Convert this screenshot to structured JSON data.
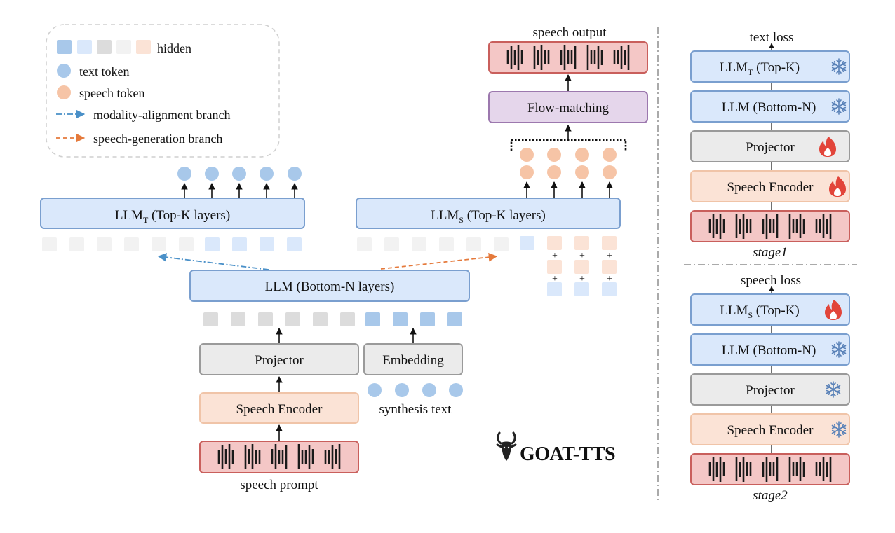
{
  "legend": {
    "hidden": "hidden",
    "text_token": "text token",
    "speech_token": "speech token",
    "modality_branch": "modality-alignment branch",
    "speech_branch": "speech-generation branch"
  },
  "main": {
    "llm_t": {
      "main": "LLM",
      "sub": "T",
      "rest": " (Top-K layers)"
    },
    "llm_s": {
      "main": "LLM",
      "sub": "S",
      "rest": " (Top-K layers)"
    },
    "llm_bottom": "LLM (Bottom-N layers)",
    "projector": "Projector",
    "embedding": "Embedding",
    "speech_encoder": "Speech Encoder",
    "synthesis_text": "synthesis text",
    "speech_prompt": "speech prompt",
    "flow_matching": "Flow-matching",
    "speech_output": "speech output",
    "plus": "+",
    "logo": "GOAT-TTS"
  },
  "stage1": {
    "top_label": "text loss",
    "caption": "stage1",
    "llm_top": {
      "main": "LLM",
      "sub": "T",
      "rest": " (Top-K)"
    },
    "llm_bottom": "LLM (Bottom-N)",
    "projector": "Projector",
    "speech_encoder": "Speech Encoder"
  },
  "stage2": {
    "top_label": "speech loss",
    "caption": "stage2",
    "llm_top": {
      "main": "LLM",
      "sub": "S",
      "rest": " (Top-K)"
    },
    "llm_bottom": "LLM (Bottom-N)",
    "projector": "Projector",
    "speech_encoder": "Speech Encoder"
  },
  "icons": {
    "frozen": "snowflake-icon",
    "trainable": "flame-icon",
    "waveform": "waveform-icon",
    "goat": "goat-logo-icon"
  },
  "colors": {
    "llm_fill": "#dae8fb",
    "llm_stroke": "#7a9fcf",
    "gray_fill": "#ebebeb",
    "gray_stroke": "#9a9a9a",
    "encoder_fill": "#fbe3d6",
    "encoder_stroke": "#f0c4a8",
    "wave_fill": "#f4c7c6",
    "wave_stroke": "#c95f5c",
    "flow_fill": "#e5d6eb",
    "flow_stroke": "#9c78ae",
    "text_token": "#a8c8ea",
    "speech_token": "#f6c4a6",
    "modality_arrow": "#4a90c8",
    "speech_arrow": "#e57a3c",
    "flame": "#e2453a",
    "snowflake": "#5a82b8"
  }
}
